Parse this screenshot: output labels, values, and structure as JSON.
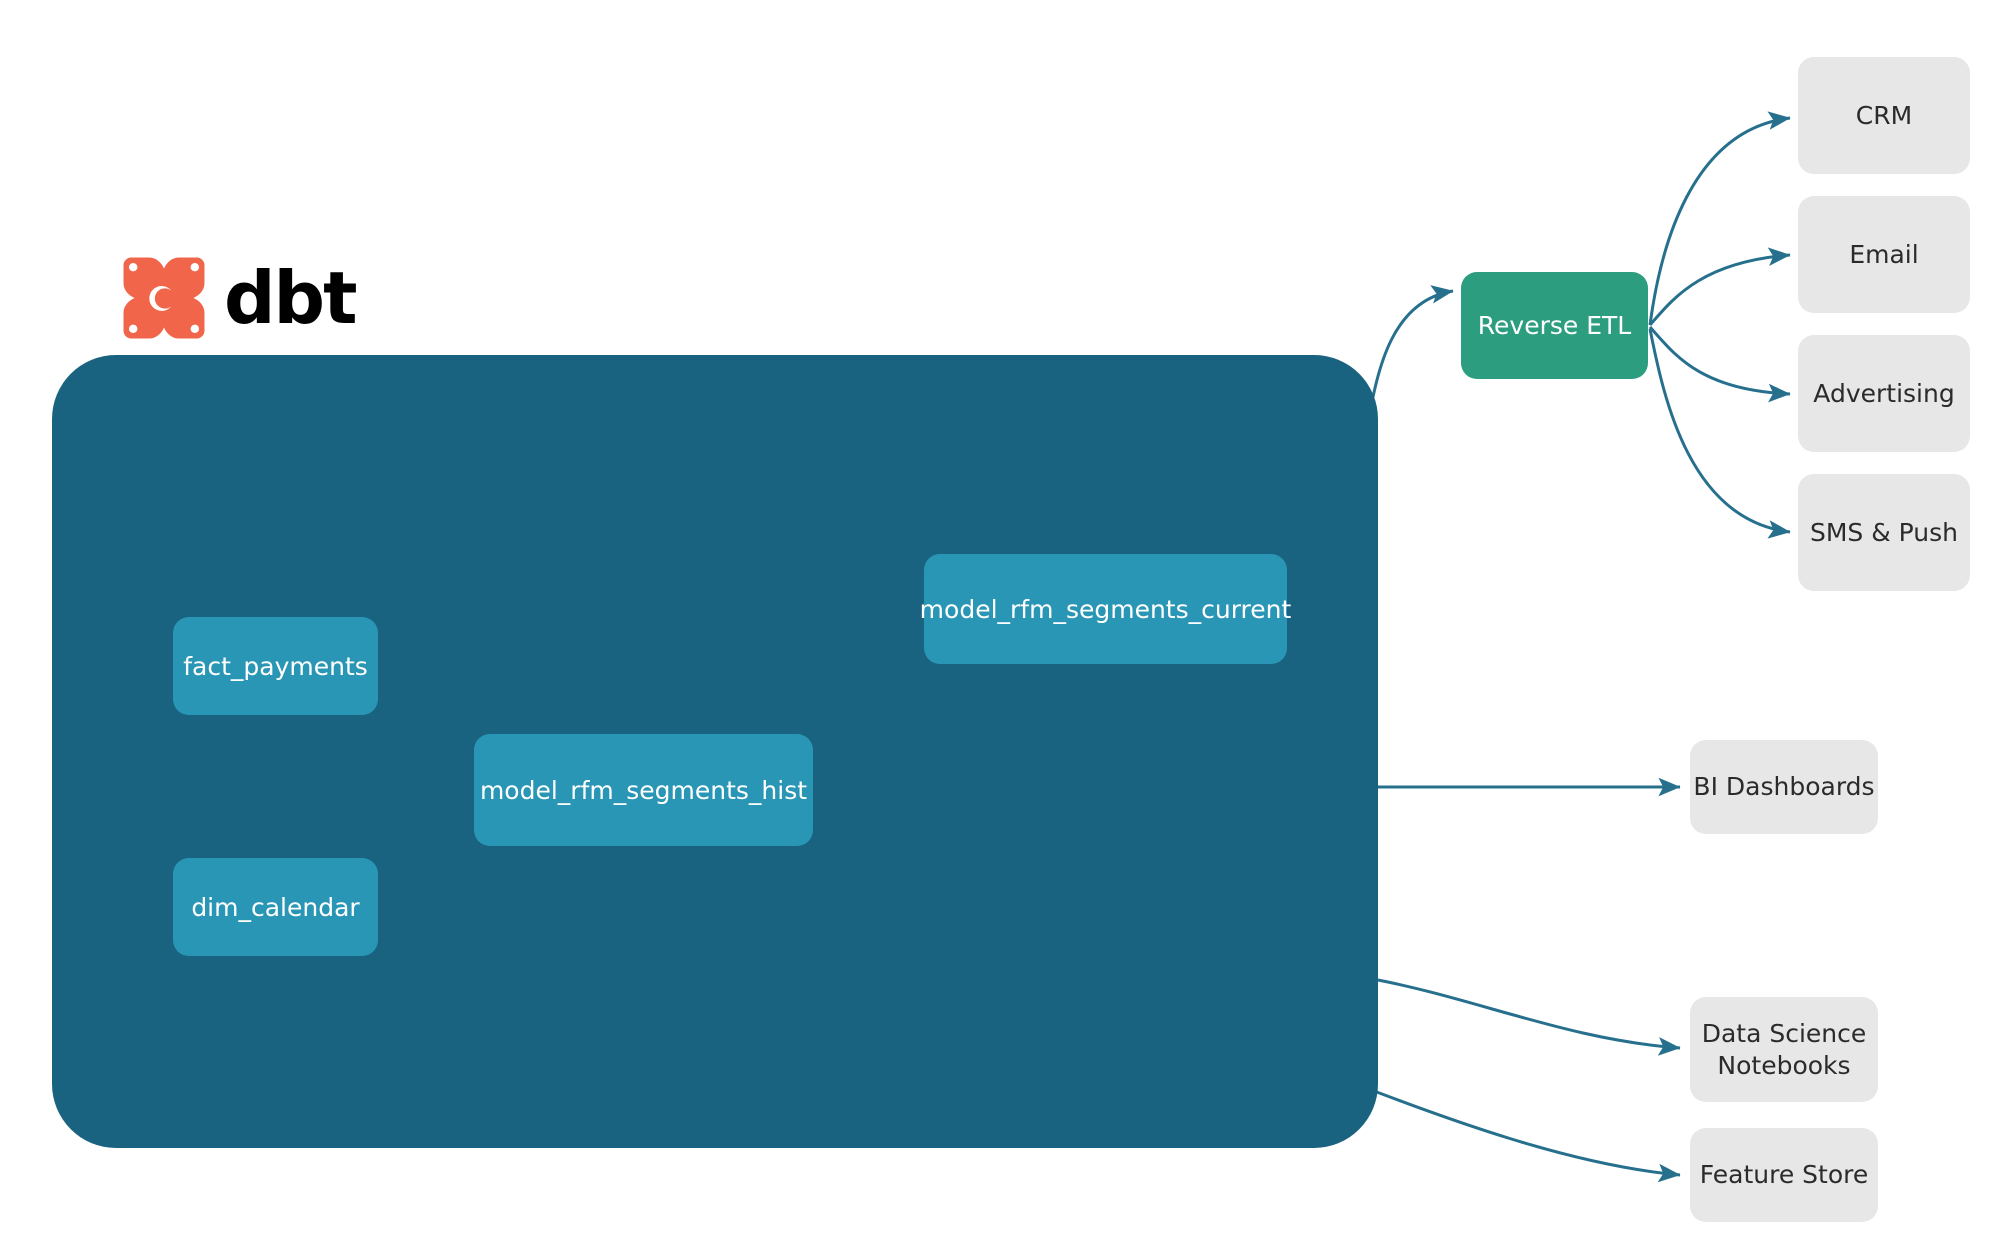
{
  "brand": {
    "logo_icon": "dbt-logo-icon",
    "wordmark": "dbt"
  },
  "colors": {
    "warehouse_fill": "#1A6380",
    "model_node_fill": "#2A96B6",
    "reverse_etl_fill": "#2C9E7F",
    "destination_fill": "#E7E7E7",
    "edge_outside": "#1F6C8A",
    "edge_inside": "#3BA3BE",
    "logo_mark": "#F1654B",
    "background": "#FFFFFF"
  },
  "warehouse": {
    "name": "dbt-project-container",
    "models": [
      {
        "id": "fact_payments",
        "label": "fact_payments"
      },
      {
        "id": "dim_calendar",
        "label": "dim_calendar"
      },
      {
        "id": "model_rfm_segments_hist",
        "label": "model_rfm_segments_hist"
      },
      {
        "id": "model_rfm_segments_current",
        "label": "model_rfm_segments_current"
      }
    ]
  },
  "activation": {
    "reverse_etl": {
      "id": "reverse_etl",
      "label": "Reverse ETL"
    },
    "destinations": [
      {
        "id": "crm",
        "label": "CRM"
      },
      {
        "id": "email",
        "label": "Email"
      },
      {
        "id": "advertising",
        "label": "Advertising"
      },
      {
        "id": "sms_push",
        "label": "SMS & Push"
      }
    ]
  },
  "analytics": {
    "consumers": [
      {
        "id": "bi_dashboards",
        "label": "BI Dashboards"
      },
      {
        "id": "ds_notebooks",
        "label_line1": "Data Science",
        "label_line2": "Notebooks"
      },
      {
        "id": "feature_store",
        "label": "Feature Store"
      }
    ]
  },
  "edges": [
    {
      "from": "fact_payments",
      "to": "model_rfm_segments_hist"
    },
    {
      "from": "dim_calendar",
      "to": "model_rfm_segments_hist"
    },
    {
      "from": "model_rfm_segments_hist",
      "to": "model_rfm_segments_current"
    },
    {
      "from": "model_rfm_segments_current",
      "to": "reverse_etl"
    },
    {
      "from": "model_rfm_segments_hist",
      "to": "bi_dashboards"
    },
    {
      "from": "model_rfm_segments_hist",
      "to": "ds_notebooks"
    },
    {
      "from": "model_rfm_segments_hist",
      "to": "feature_store"
    },
    {
      "from": "reverse_etl",
      "to": "crm"
    },
    {
      "from": "reverse_etl",
      "to": "email"
    },
    {
      "from": "reverse_etl",
      "to": "advertising"
    },
    {
      "from": "reverse_etl",
      "to": "sms_push"
    }
  ]
}
